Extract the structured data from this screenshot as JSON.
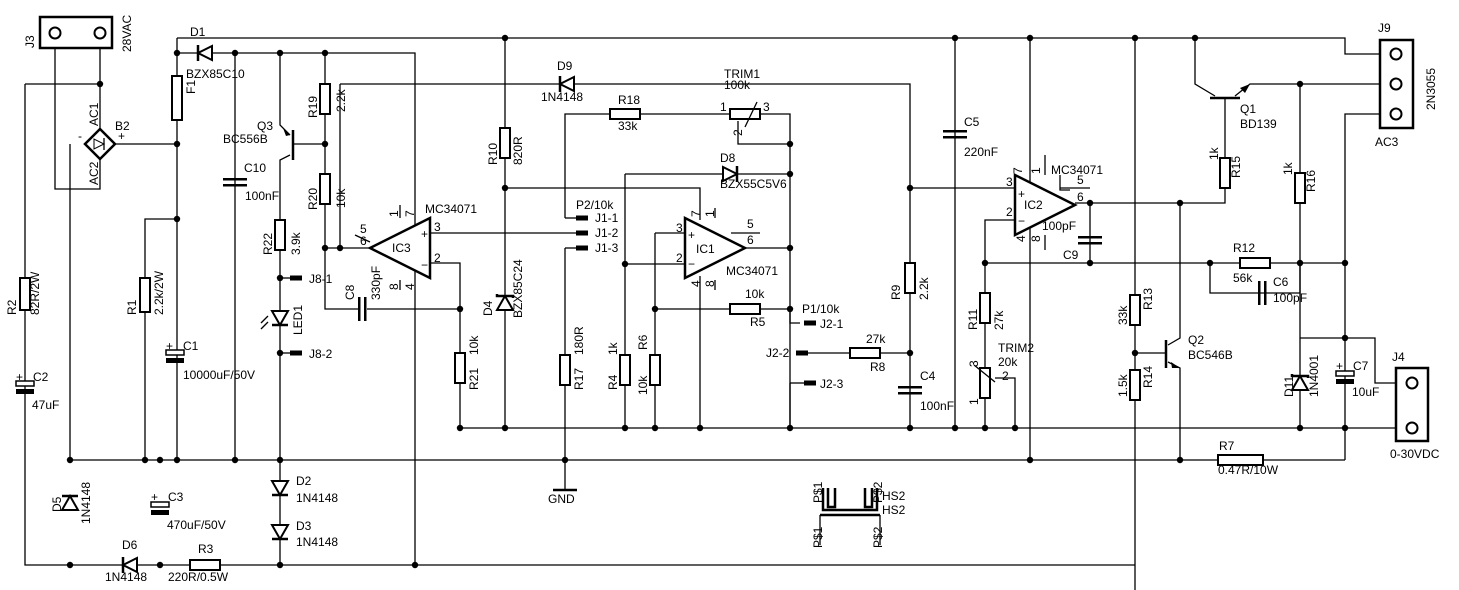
{
  "components": {
    "J3": {
      "ref": "J3",
      "value": "28VAC"
    },
    "D1": {
      "ref": "D1",
      "value": "BZX85C10"
    },
    "F1": {
      "ref": "F1"
    },
    "B2": {
      "ref": "B2",
      "ac1": "AC1",
      "ac2": "AC2",
      "plus": "+",
      "minus": "-"
    },
    "Q3": {
      "ref": "Q3",
      "value": "BC556B"
    },
    "C10": {
      "ref": "C10",
      "value": "100nF"
    },
    "R19": {
      "ref": "R19",
      "value": "2.2k"
    },
    "R20": {
      "ref": "R20",
      "value": "10k"
    },
    "R22": {
      "ref": "R22",
      "value": "3.9k"
    },
    "IC3": {
      "ref": "IC3",
      "value": "MC34071"
    },
    "C8": {
      "ref": "C8",
      "value": "330pF"
    },
    "LED1": {
      "ref": "LED1"
    },
    "R1": {
      "ref": "R1",
      "value": "2.2k/2W"
    },
    "C1": {
      "ref": "C1",
      "value": "10000uF/50V"
    },
    "R2": {
      "ref": "R2",
      "value": "82R/2W"
    },
    "C2": {
      "ref": "C2",
      "value": "47uF"
    },
    "D5": {
      "ref": "D5",
      "value": "1N4148"
    },
    "C3": {
      "ref": "C3",
      "value": "470uF/50V"
    },
    "D6": {
      "ref": "D6",
      "value": "1N4148"
    },
    "R3": {
      "ref": "R3",
      "value": "220R/0.5W"
    },
    "D2": {
      "ref": "D2",
      "value": "1N4148"
    },
    "D3": {
      "ref": "D3",
      "value": "1N4148"
    },
    "R21": {
      "ref": "R21",
      "value": "10k"
    },
    "R10": {
      "ref": "R10",
      "value": "820R"
    },
    "D4": {
      "ref": "D4",
      "value": "BZX85C24"
    },
    "D9": {
      "ref": "D9",
      "value": "1N4148"
    },
    "R18": {
      "ref": "R18",
      "value": "33k"
    },
    "TRIM1": {
      "ref": "TRIM1",
      "value": "100k"
    },
    "D8": {
      "ref": "D8",
      "value": "BZX55C5V6"
    },
    "IC1": {
      "ref": "IC1",
      "value": "MC34071"
    },
    "R5": {
      "ref": "R5",
      "value": "10k"
    },
    "R17": {
      "ref": "R17",
      "value": "180R"
    },
    "R4": {
      "ref": "R4",
      "value": "1k"
    },
    "R6": {
      "ref": "R6",
      "value": "10k"
    },
    "R8": {
      "ref": "R8",
      "value": "27k"
    },
    "R9": {
      "ref": "R9",
      "value": "2.2k"
    },
    "C4": {
      "ref": "C4",
      "value": "100nF"
    },
    "C5": {
      "ref": "C5",
      "value": "220nF"
    },
    "IC2": {
      "ref": "IC2",
      "value": "MC34071"
    },
    "C9": {
      "ref": "C9",
      "value": "100pF"
    },
    "R11": {
      "ref": "R11",
      "value": "27k"
    },
    "TRIM2": {
      "ref": "TRIM2",
      "value": "20k"
    },
    "Q1": {
      "ref": "Q1",
      "value": "BD139"
    },
    "R15": {
      "ref": "R15",
      "value": "1k"
    },
    "R16": {
      "ref": "R16",
      "value": "1k"
    },
    "R12": {
      "ref": "R12",
      "value": "56k"
    },
    "C6": {
      "ref": "C6",
      "value": "100pF"
    },
    "R13": {
      "ref": "R13",
      "value": "33k"
    },
    "R14": {
      "ref": "R14",
      "value": "1.5k"
    },
    "Q2": {
      "ref": "Q2",
      "value": "BC546B"
    },
    "D11": {
      "ref": "D11",
      "value": "1N4001"
    },
    "C7": {
      "ref": "C7",
      "value": "10uF"
    },
    "J4": {
      "ref": "J4",
      "value": "0-30VDC"
    },
    "J9": {
      "ref": "J9",
      "value": "2N3055",
      "sub": "AC3"
    },
    "R7": {
      "ref": "R7",
      "value": "0.47R/10W"
    },
    "HS2": {
      "ref": "HS2",
      "pin1": "P$1",
      "pin2": "P$2"
    }
  },
  "connectors": {
    "J8_1": "J8-1",
    "J8_2": "J8-2",
    "J1_1": "J1-1",
    "J1_2": "J1-2",
    "J1_3": "J1-3",
    "P2": "P2/10k",
    "J2_1": "J2-1",
    "J2_2": "J2-2",
    "J2_3": "J2-3",
    "P1": "P1/10k"
  },
  "pins": {
    "p1": "1",
    "p2": "2",
    "p3": "3",
    "p4": "4",
    "p5": "5",
    "p6": "6",
    "p7": "7",
    "p8": "8",
    "plus": "+",
    "minus": "−"
  },
  "gnd": "GND"
}
